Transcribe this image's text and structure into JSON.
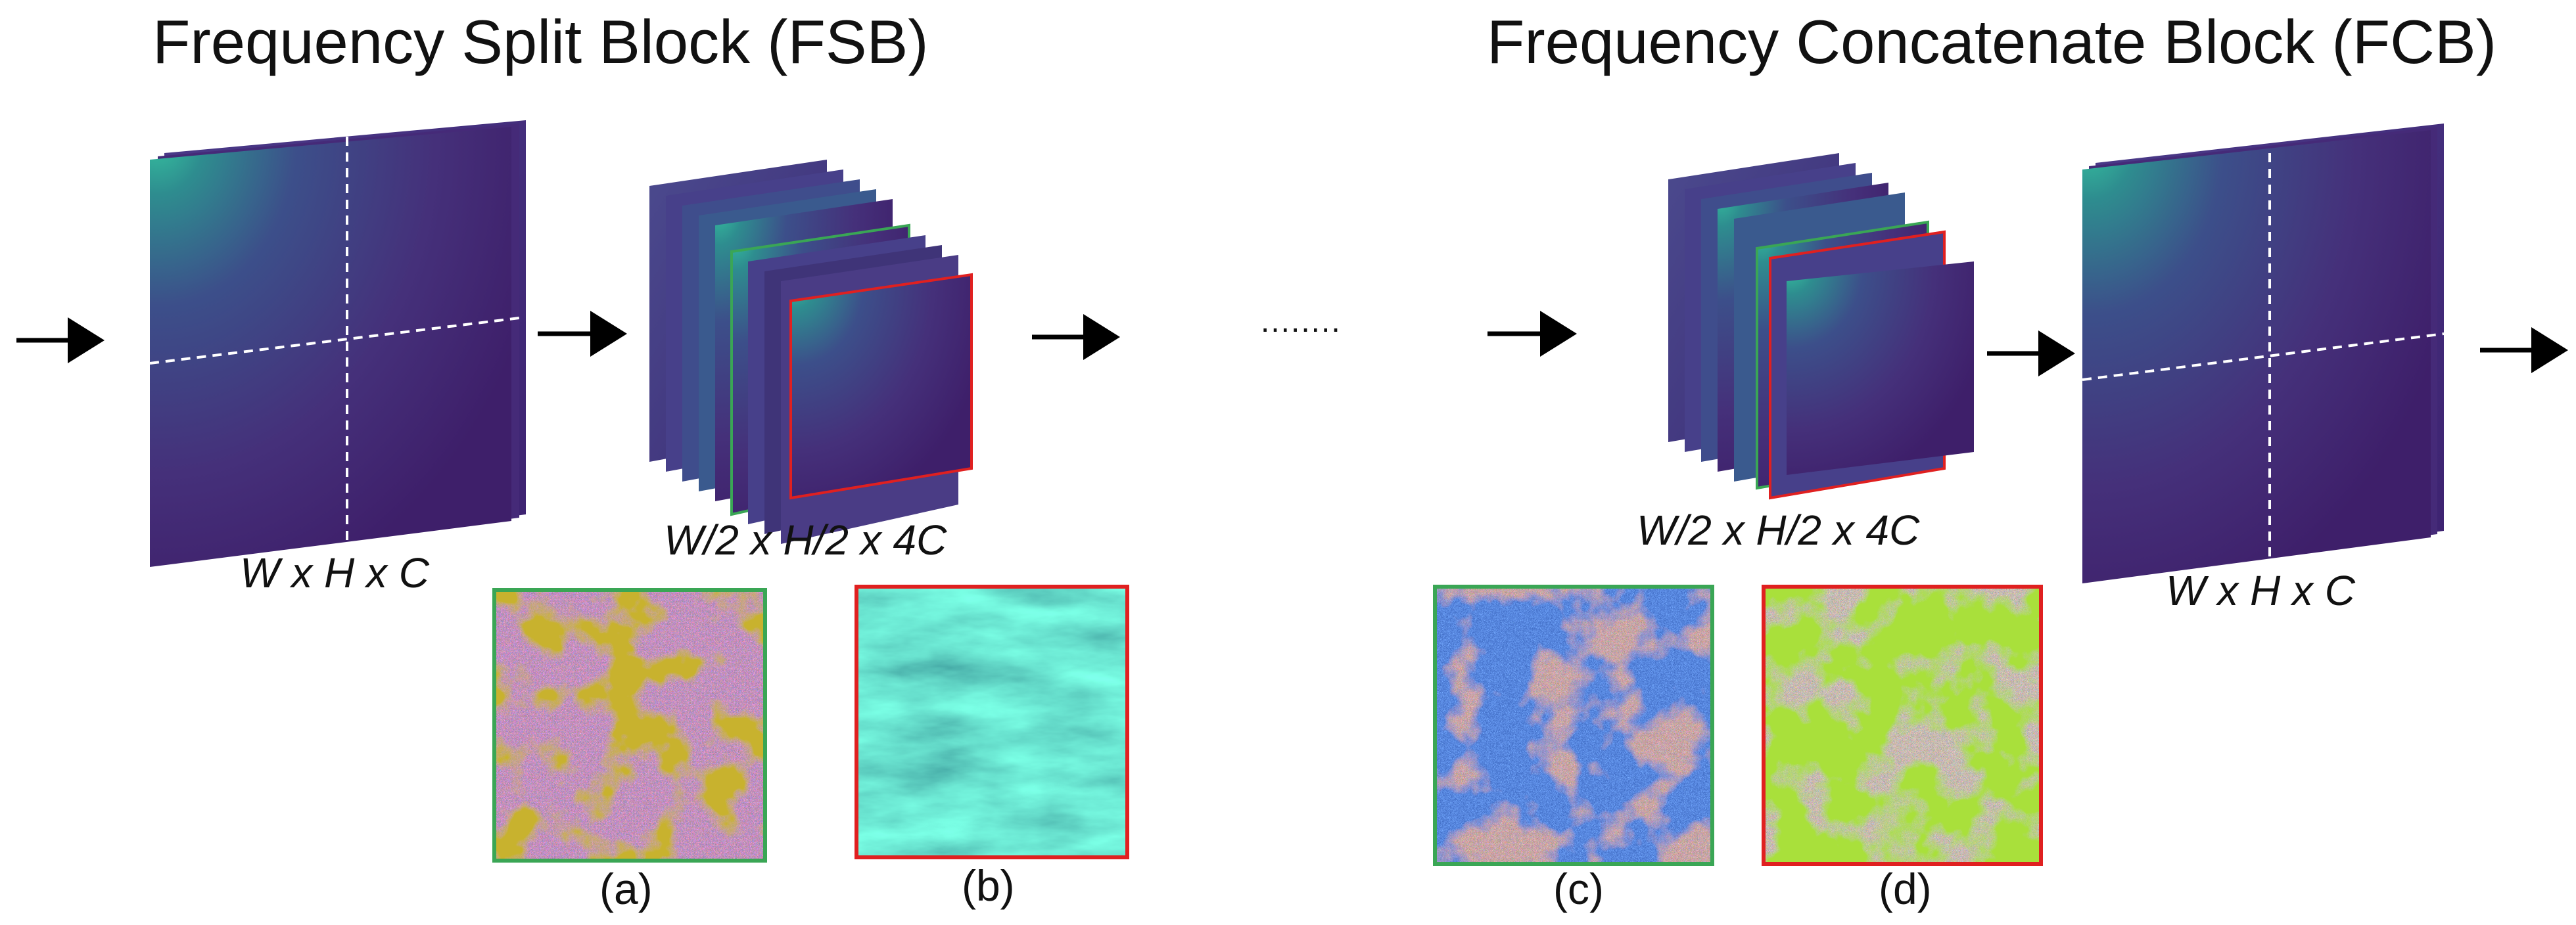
{
  "fsb": {
    "title": "Frequency Split Block (FSB)",
    "input_dims": "W x H x C",
    "output_dims": "W/2 x H/2 x 4C"
  },
  "fcb": {
    "title": "Frequency Concatenate Block (FCB)",
    "input_dims": "W/2 x H/2 x 4C",
    "output_dims": "W x H x C"
  },
  "ellipsis": "........",
  "panels": [
    {
      "id": "a",
      "caption": "(a)",
      "border": "#3aa655"
    },
    {
      "id": "b",
      "caption": "(b)",
      "border": "#e02020"
    },
    {
      "id": "c",
      "caption": "(c)",
      "border": "#3aa655"
    },
    {
      "id": "d",
      "caption": "(d)",
      "border": "#e02020"
    }
  ],
  "colors": {
    "map_dark": "#3b1f6b",
    "map_mid": "#3e4a89",
    "map_light": "#2fa28a",
    "green_frame": "#3aa655",
    "red_frame": "#e02020"
  }
}
